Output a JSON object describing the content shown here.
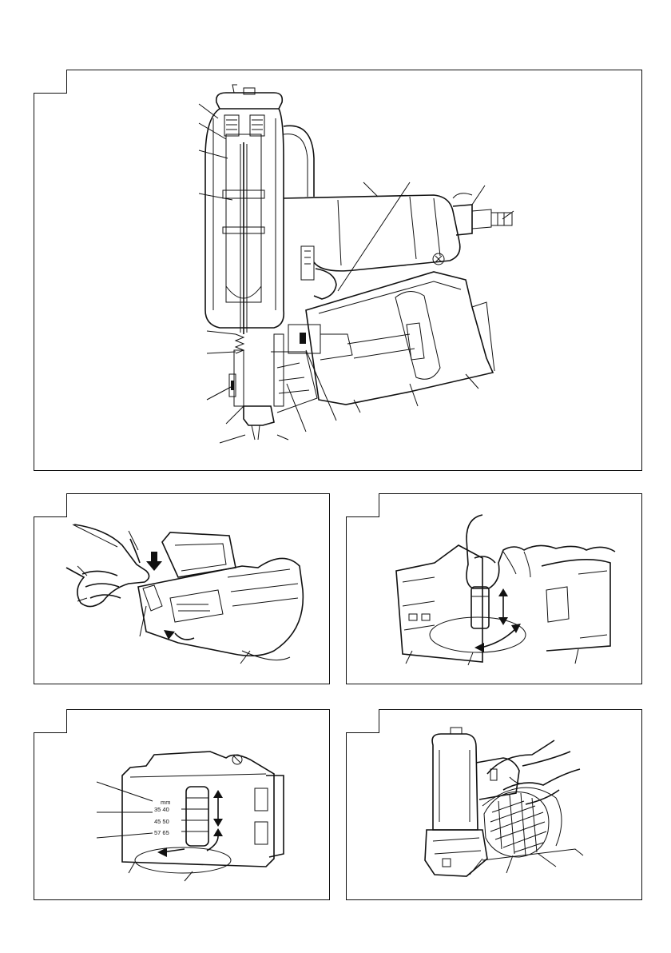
{
  "figures": {
    "fig1": {
      "view": "nailer-cross-section"
    },
    "fig2": {
      "view": "magazine-release-by-hand"
    },
    "fig3": {
      "view": "adjust-nail-plate"
    },
    "fig4": {
      "view": "nail-length-scale",
      "scale": {
        "unit": "mm",
        "rows": [
          "35 40",
          "45 50",
          "57 65"
        ]
      }
    },
    "fig5": {
      "view": "loading-nail-coil"
    }
  },
  "colors": {
    "ink": "#111111",
    "paper": "#ffffff"
  }
}
